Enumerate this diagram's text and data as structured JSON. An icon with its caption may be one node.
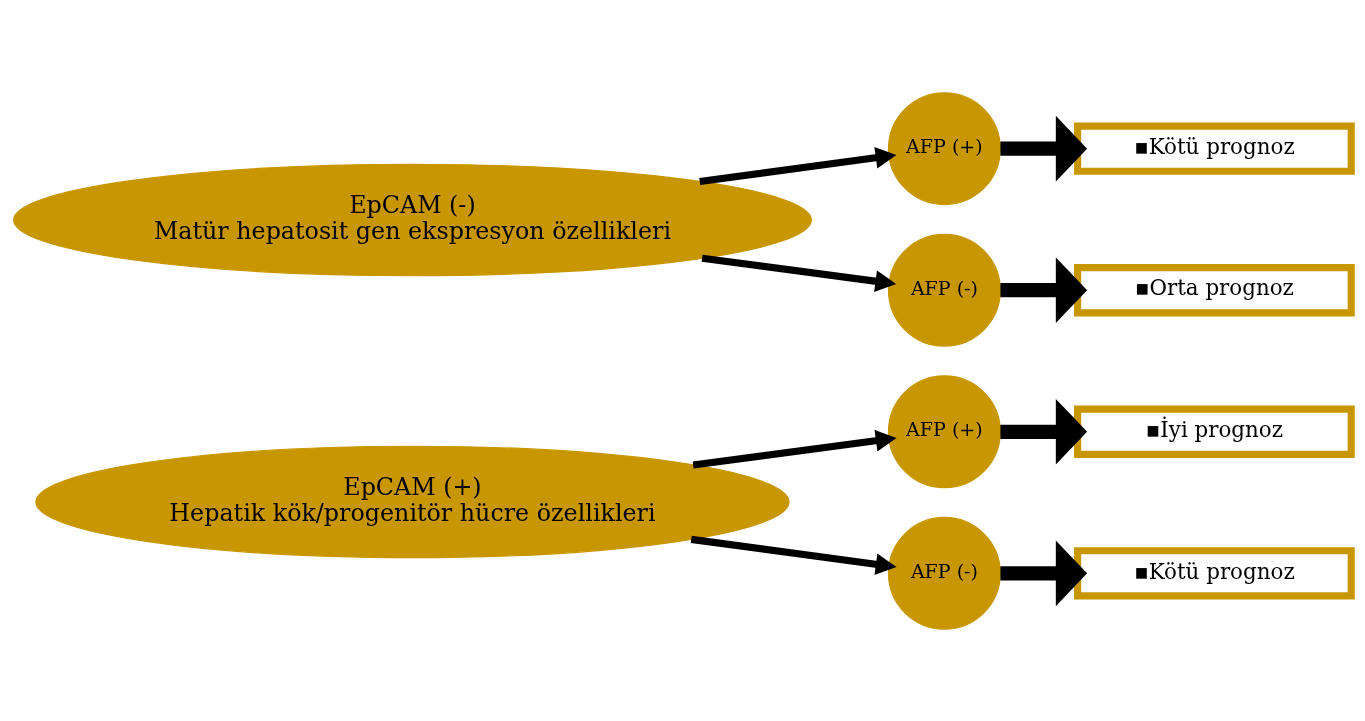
{
  "diagram": {
    "nodes": [
      {
        "text": [
          "EpCAM (+)",
          "Hepatik kök/progenitör hücre özellikleri"
        ]
      },
      {
        "text": [
          "AFP (+)"
        ]
      },
      {
        "text": [
          "AFP (-)"
        ]
      },
      {
        "text": [
          "▪İyi prognoz"
        ]
      },
      {
        "text": [
          "▪Kötü prognoz"
        ]
      },
      {
        "text": [
          "EpCAM (-)",
          "Matür hepatosit gen ekspresyon özellikleri"
        ]
      },
      {
        "text": [
          "AFP (+)"
        ]
      },
      {
        "text": [
          "AFP (-)"
        ]
      },
      {
        "text": [
          "▪Kötü prognoz"
        ]
      },
      {
        "text": [
          "▪Orta prognoz"
        ]
      }
    ],
    "edges": [
      {
        "from": 0,
        "to": 1,
        "arrow": "to"
      },
      {
        "from": 0,
        "to": 2,
        "arrow": "to"
      },
      {
        "from": 1,
        "to": 3,
        "arrow": "to",
        "style": "thick"
      },
      {
        "from": 2,
        "to": 4,
        "arrow": "to",
        "style": "thick"
      },
      {
        "from": 5,
        "to": 6,
        "arrow": "to"
      },
      {
        "from": 5,
        "to": 7,
        "arrow": "to"
      },
      {
        "from": 6,
        "to": 8,
        "arrow": "to",
        "style": "thick"
      },
      {
        "from": 7,
        "to": 9,
        "arrow": "to",
        "style": "thick"
      }
    ]
  }
}
